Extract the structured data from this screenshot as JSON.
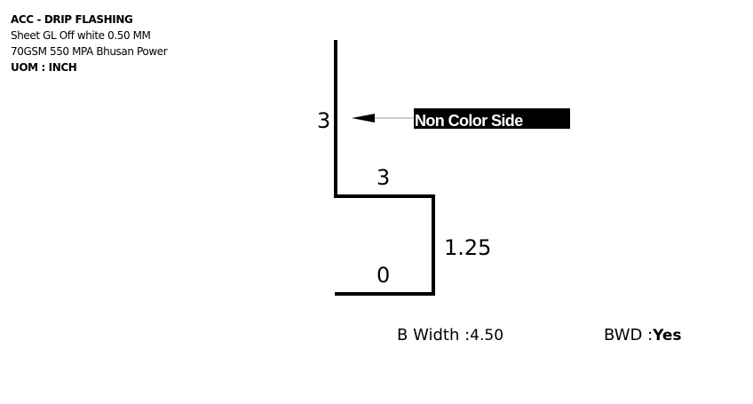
{
  "info": {
    "title": "ACC - DRIP FLASHING",
    "line1": "Sheet GL Off white 0.50 MM",
    "line2": "70GSM 550 MPA Bhusan Power",
    "uom": "UOM : INCH"
  },
  "profile": {
    "segments": [
      {
        "label": "3"
      },
      {
        "label": "3"
      },
      {
        "label": "1.25"
      },
      {
        "label": "0"
      }
    ]
  },
  "annotation": {
    "text": "Non Color Side"
  },
  "footer": {
    "b_width_label": "B Width :",
    "b_width_value": "4.50",
    "bwd_label": "BWD :",
    "bwd_value": "Yes"
  }
}
